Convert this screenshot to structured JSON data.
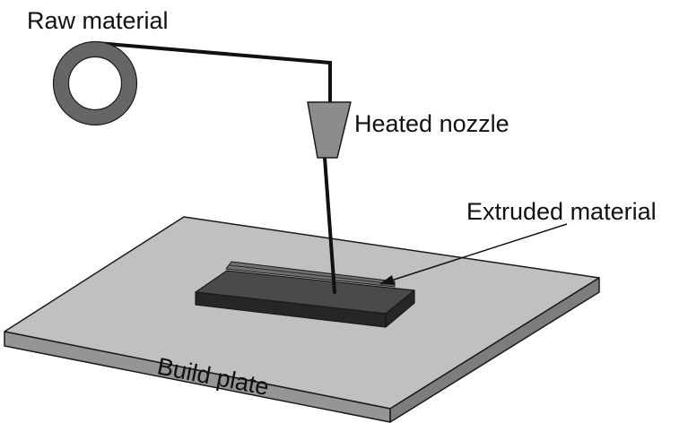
{
  "labels": {
    "raw_material": "Raw material",
    "heated_nozzle": "Heated nozzle",
    "extruded_material": "Extruded material",
    "build_plate": "Build plate"
  },
  "colors": {
    "plate_top": "#c0c0c0",
    "plate_side": "#7d7d7d",
    "plate_front": "#959595",
    "outline": "#1a1a1a",
    "spool_ring": "#666666",
    "nozzle": "#8c8c8c",
    "extrusion_top": "#4a4a4a",
    "extrusion_side": "#262626",
    "bead": "#707070"
  }
}
